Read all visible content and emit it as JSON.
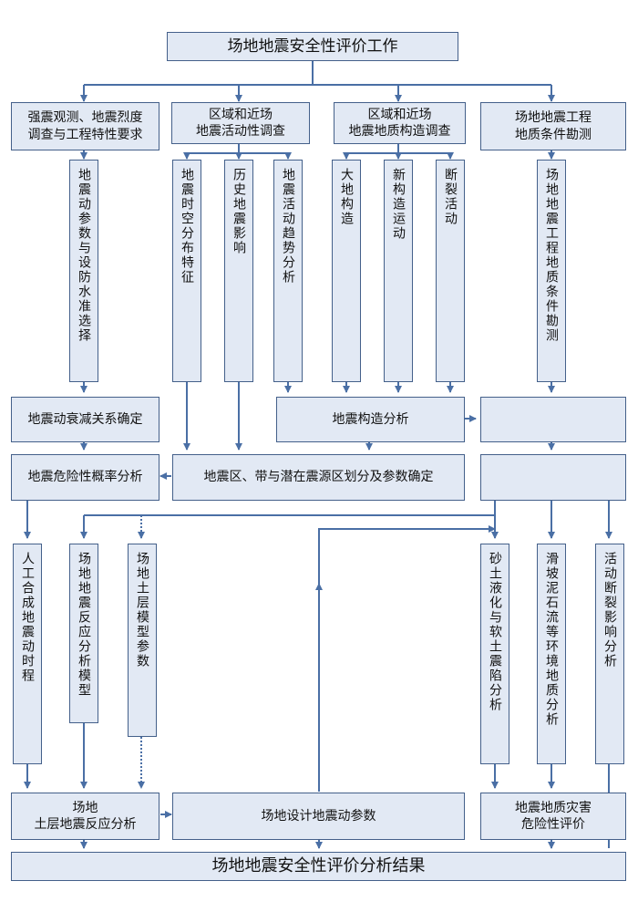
{
  "title": "场地地震安全性评价工作",
  "top_level": {
    "strong_motion": "强震观测、地震烈度\n调查与工程特性要求",
    "regional_activity": "区域和近场\n地震活动性调查",
    "regional_tectonics": "区域和近场\n地震地质构造调查",
    "engineering_geology": "场地地震工程\n地质条件勘测"
  },
  "vertical_items": {
    "ground_motion_params": "地震动参数与设防水准选择",
    "spatiotemporal": "地震时空分布特征",
    "historical": "历史地震影响",
    "trend": "地震活动趋势分析",
    "geotectonics": "大地构造",
    "neotectonics": "新构造运动",
    "fault_activity": "断裂活动",
    "site_survey": "场地地震工程地质条件勘测"
  },
  "mid_level": {
    "attenuation": "地震动衰减关系确定",
    "tectonic_analysis": "地震构造分析",
    "hazard_analysis": "地震危险性概率分析",
    "source_zoning": "地震区、带与潜在震源区划分及参数确定"
  },
  "lower_items": {
    "artificial_motion": "人工合成地震动时程",
    "response_model": "场地地震反应分析模型",
    "soil_model": "场地土层模型参数",
    "liquefaction": "砂土液化与软土震陷分析",
    "landslide": "滑坡泥石流等环境地质分析",
    "active_fault": "活动断裂影响分析"
  },
  "bottom_level": {
    "soil_response": "场地\n土层地震反应分析",
    "design_params": "场地设计地震动参数",
    "geo_hazard": "地震地质灾害\n危险性评价"
  },
  "result": "场地地震安全性评价分析结果",
  "colors": {
    "fill": "#e2e9f4",
    "border": "#44608a",
    "arrow": "#4a6fa5"
  }
}
